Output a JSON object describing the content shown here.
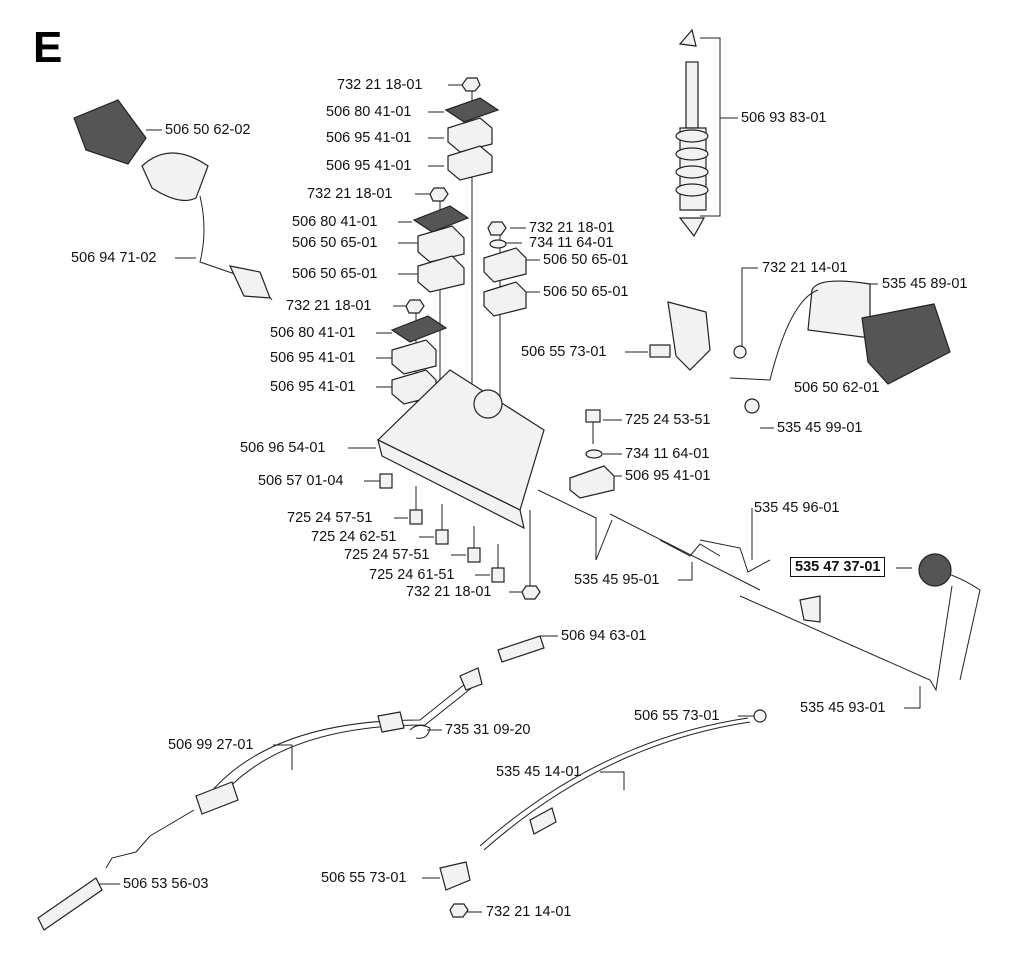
{
  "section": "E",
  "labels": [
    {
      "id": "l01",
      "text": "732 21 18-01"
    },
    {
      "id": "l02",
      "text": "506 80 41-01"
    },
    {
      "id": "l03",
      "text": "506 95 41-01"
    },
    {
      "id": "l04",
      "text": "506 95 41-01"
    },
    {
      "id": "l05",
      "text": "732 21 18-01"
    },
    {
      "id": "l06",
      "text": "506 80 41-01"
    },
    {
      "id": "l07",
      "text": "506 50 65-01"
    },
    {
      "id": "l08",
      "text": "506 50 65-01"
    },
    {
      "id": "l09",
      "text": "732 21 18-01"
    },
    {
      "id": "l10",
      "text": "506 80 41-01"
    },
    {
      "id": "l11",
      "text": "506 95 41-01"
    },
    {
      "id": "l12",
      "text": "506 95 41-01"
    },
    {
      "id": "l13",
      "text": "506 96 54-01"
    },
    {
      "id": "l14",
      "text": "506 57 01-04"
    },
    {
      "id": "l15",
      "text": "725 24 57-51"
    },
    {
      "id": "l16",
      "text": "725 24 62-51"
    },
    {
      "id": "l17",
      "text": "725 24 57-51"
    },
    {
      "id": "l18",
      "text": "725 24 61-51"
    },
    {
      "id": "l19",
      "text": "732 21 18-01"
    },
    {
      "id": "l20",
      "text": "506 50 62-02"
    },
    {
      "id": "l21",
      "text": "506 94 71-02"
    },
    {
      "id": "l22",
      "text": "506 93 83-01"
    },
    {
      "id": "l23",
      "text": "732 21 18-01"
    },
    {
      "id": "l24",
      "text": "734 11 64-01"
    },
    {
      "id": "l25",
      "text": "506 50 65-01"
    },
    {
      "id": "l26",
      "text": "506 50 65-01"
    },
    {
      "id": "l27",
      "text": "732 21 14-01"
    },
    {
      "id": "l28",
      "text": "535 45 89-01"
    },
    {
      "id": "l29",
      "text": "506 55 73-01"
    },
    {
      "id": "l30",
      "text": "506 50 62-01"
    },
    {
      "id": "l31",
      "text": "535 45 99-01"
    },
    {
      "id": "l32",
      "text": "725 24 53-51"
    },
    {
      "id": "l33",
      "text": "734 11 64-01"
    },
    {
      "id": "l34",
      "text": "506 95 41-01"
    },
    {
      "id": "l35",
      "text": "535 45 96-01"
    },
    {
      "id": "l36",
      "text": "535 47 37-01"
    },
    {
      "id": "l37",
      "text": "535 45 95-01"
    },
    {
      "id": "l38",
      "text": "506 94 63-01"
    },
    {
      "id": "l39",
      "text": "535 45 93-01"
    },
    {
      "id": "l40",
      "text": "735 31 09-20"
    },
    {
      "id": "l41",
      "text": "506 99 27-01"
    },
    {
      "id": "l42",
      "text": "506 55 73-01"
    },
    {
      "id": "l43",
      "text": "535 45 14-01"
    },
    {
      "id": "l44",
      "text": "506 53 56-03"
    },
    {
      "id": "l45",
      "text": "506 55 73-01"
    },
    {
      "id": "l46",
      "text": "732 21 14-01"
    }
  ]
}
